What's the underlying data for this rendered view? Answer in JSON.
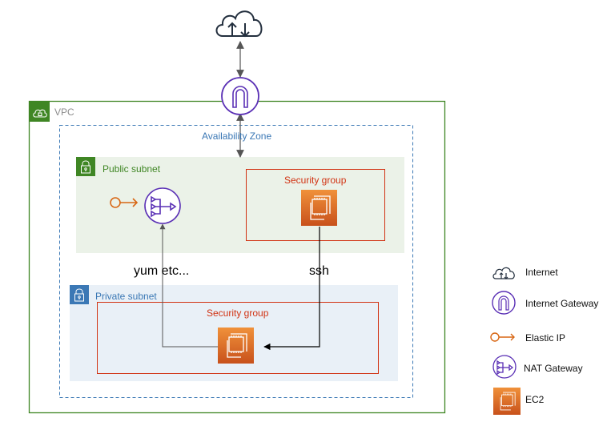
{
  "diagram": {
    "vpc": {
      "label": "VPC",
      "color": "#3f8624"
    },
    "availability_zone": {
      "label": "Availability Zone",
      "color": "#3b78b5"
    },
    "public_subnet": {
      "label": "Public subnet",
      "color": "#3f8624",
      "fill": "#ebf2e8"
    },
    "private_subnet": {
      "label": "Private subnet",
      "color": "#3b78b5",
      "fill": "#e9f0f7"
    },
    "public_security_group": {
      "label": "Security group",
      "color": "#d13212"
    },
    "private_security_group": {
      "label": "Security group",
      "color": "#d13212"
    },
    "connections": {
      "nat_label": "yum etc...",
      "ssh_label": "ssh"
    },
    "nodes": {
      "internet": "internet-icon",
      "internet_gateway": "internet-gateway-icon",
      "elastic_ip": "elastic-ip-icon",
      "nat_gateway": "nat-gateway-icon",
      "ec2_public": "ec2-icon",
      "ec2_private": "ec2-icon"
    }
  },
  "legend": {
    "items": [
      {
        "label": "Internet",
        "icon": "internet-icon"
      },
      {
        "label": "Internet Gateway",
        "icon": "internet-gateway-icon"
      },
      {
        "label": "Elastic IP",
        "icon": "elastic-ip-icon"
      },
      {
        "label": "NAT Gateway",
        "icon": "nat-gateway-icon"
      },
      {
        "label": "EC2",
        "icon": "ec2-icon"
      }
    ]
  },
  "colors": {
    "purple": "#5a30b5",
    "orange": "#d86613",
    "arrow_gray": "#6b6b6b"
  }
}
